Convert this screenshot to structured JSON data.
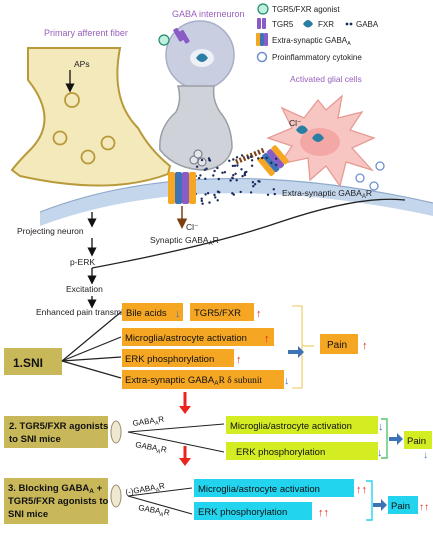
{
  "top": {
    "primary_afferent_fiber": "Primary afferent fiber",
    "aps": "APs",
    "gaba_interneuron": "GABA interneuron",
    "activated_glial_cells": "Activated glial  cells",
    "cl_glial": "Cl⁻",
    "extra_synaptic_label": "Extra-synaptic GABA",
    "extra_synaptic_sub": "A",
    "extra_synaptic_tail": "R",
    "synaptic_label": "Synaptic GABA",
    "synaptic_sub": "A",
    "synaptic_tail": "R",
    "cl_synaptic": "Cl⁻",
    "projecting_neuron": "Projecting neuron",
    "p_erk": "p-ERK",
    "excitation": "Excitation",
    "enhanced_pain": "Enhanced pain transmission"
  },
  "legend": {
    "agonist": "TGR5/FXR agonist",
    "tgr5": "TGR5",
    "fxr": "FXR",
    "gaba": "GABA",
    "extra_synaptic": "Extra-synaptic GABA",
    "extra_synaptic_sub": "A",
    "cytokine": "Proinflammatory cytokine"
  },
  "colors": {
    "orange": "#f5a623",
    "green": "#d4ec22",
    "cyan": "#22d4ee",
    "olive": "#c9b85a",
    "pink_cell": "#f8c6c2",
    "interneuron": "#c9cee0",
    "afferent": "#f3e9bb",
    "red_arrow": "#e8241c",
    "blue_arrow": "#3f73b8",
    "pain_bracket": "#f5d890"
  },
  "group1": {
    "label": "1.SNI",
    "items": {
      "bile_acids": "Bile acids",
      "bile_arrow": "↓",
      "tgr5_fxr": "TGR5/FXR",
      "tgr5_arrow": "↑",
      "microglia": "Microglia/astrocyte activation",
      "microglia_arrow": "↑",
      "erk": "ERK phosphorylation",
      "erk_arrow": "↑",
      "extra": "Extra-synaptic GABA",
      "extra_sub": "A",
      "extra_tail": "R δ subunit",
      "extra_arrow": "↓"
    },
    "pain": "Pain",
    "pain_arrow": "↑"
  },
  "group2": {
    "label_line1": "2.  TGR5/FXR agonists",
    "label_line2": "to SNI mice",
    "receptor_top": "GABA",
    "receptor_top_sub": "A",
    "receptor_top_tail": "R",
    "receptor_bottom": "GABA",
    "receptor_bottom_sub": "A",
    "receptor_bottom_tail": "R",
    "microglia": "Microglia/astrocyte activation",
    "microglia_arrow": "↓",
    "erk": "ERK phosphorylation",
    "erk_arrow": "↓",
    "pain": "Pain",
    "pain_arrow": "↓"
  },
  "group3": {
    "label_line1": "3. Blocking GABA",
    "label_line1_sub": "A",
    "label_line1_tail": " +",
    "label_line2": "TGR5/FXR agonists to",
    "label_line3": "SNI mice",
    "receptor_top_prefix": "(-)",
    "receptor_top": "GABA",
    "receptor_top_sub": "A",
    "receptor_top_tail": "R",
    "receptor_bottom": "GABA",
    "receptor_bottom_sub": "A",
    "receptor_bottom_tail": "R",
    "microglia": "Microglia/astrocyte activation",
    "microglia_arrow": "↑↑",
    "erk": "ERK phosphorylation",
    "erk_arrow": "↑↑",
    "pain": "Pain",
    "pain_arrow": "↑↑"
  }
}
